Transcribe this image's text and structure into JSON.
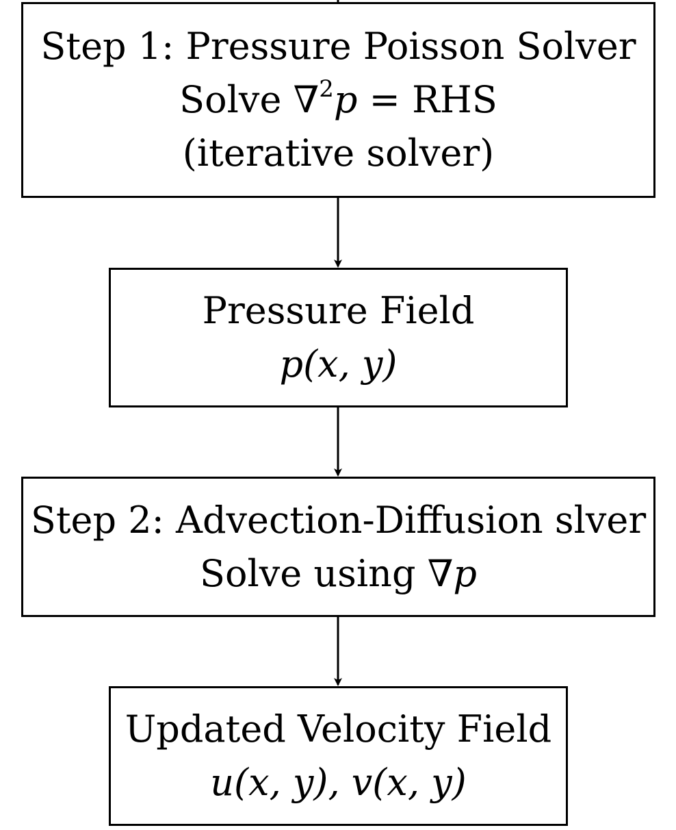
{
  "step1": {
    "title": "Step 1: Pressure Poisson Solver",
    "equation_prefix": "Solve ",
    "nabla": "∇",
    "exponent": "2",
    "variable": "p",
    "equation_suffix": " = RHS",
    "note": "(iterative solver)"
  },
  "pressure_field": {
    "title": "Pressure Field",
    "expression": "p(x, y)"
  },
  "step2": {
    "title": "Step 2: Advection-Diffusion slver",
    "using_prefix": "Solve using ",
    "nabla": "∇",
    "variable": "p"
  },
  "velocity_field": {
    "title": "Updated Velocity Field",
    "expression": "u(x, y), v(x, y)"
  },
  "colors": {
    "stroke": "#000000",
    "background": "#ffffff"
  }
}
